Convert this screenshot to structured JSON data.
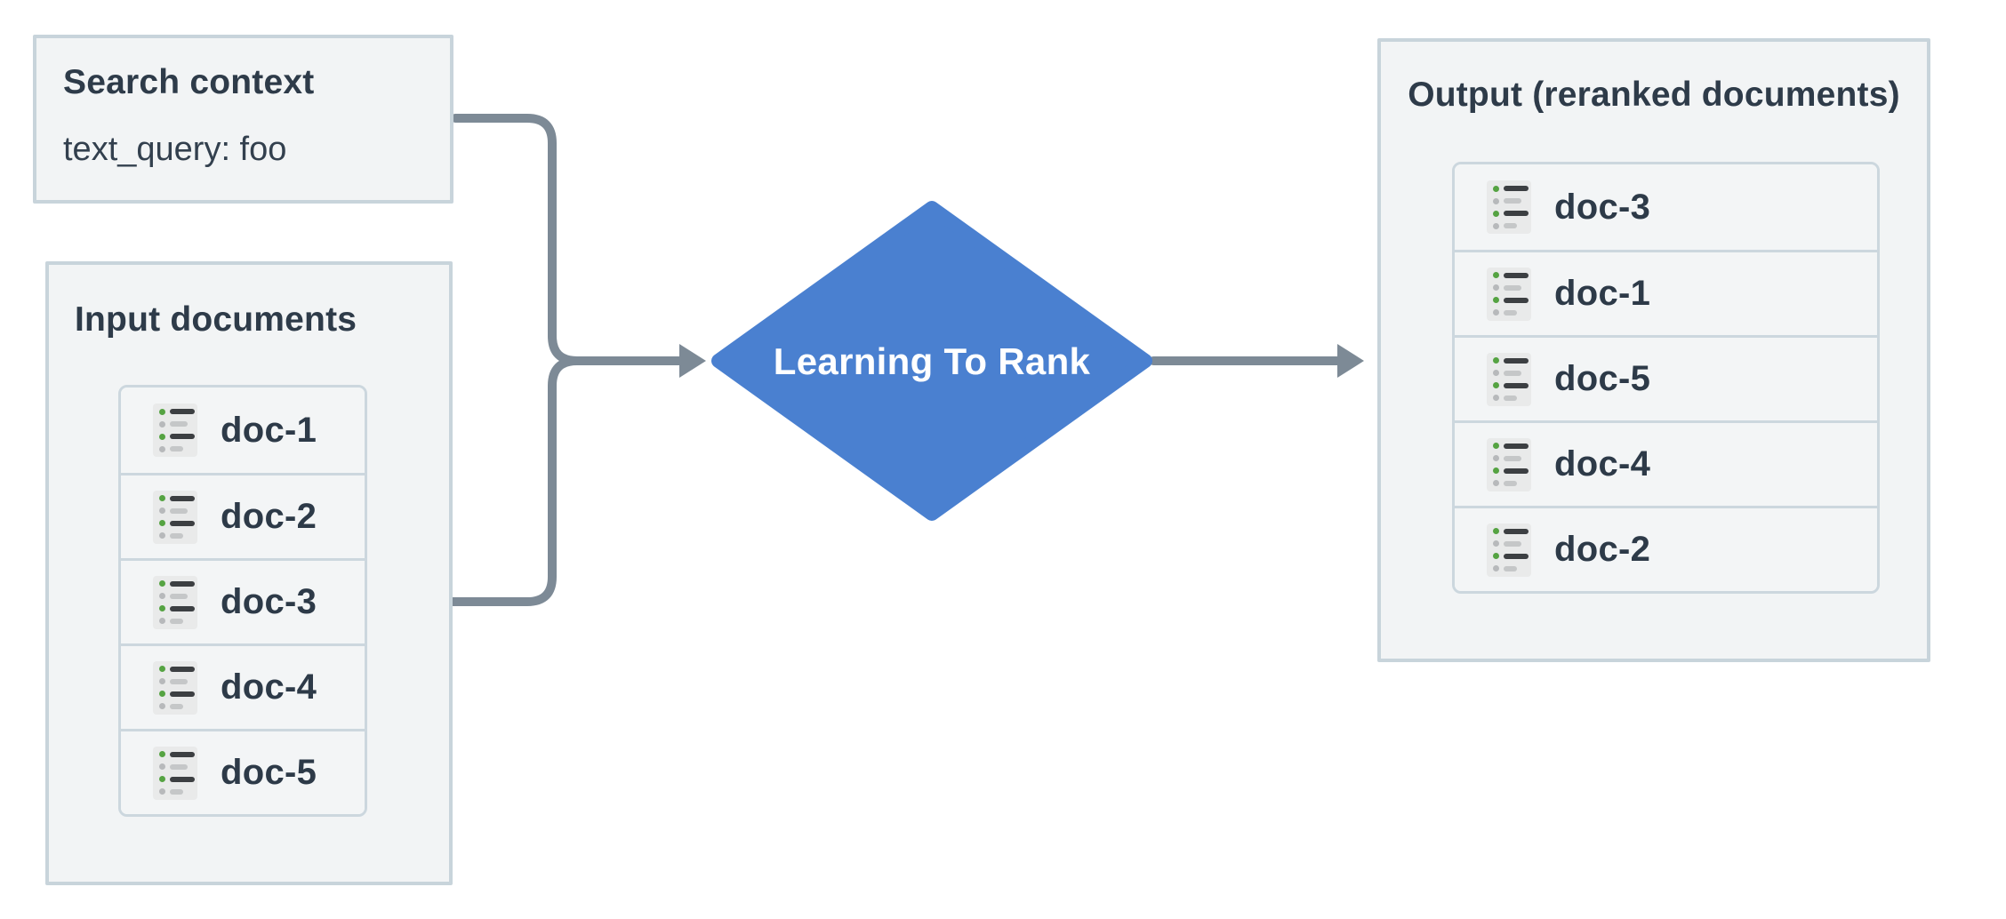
{
  "colors": {
    "background": "#ffffff",
    "box_fill": "#f2f4f5",
    "box_border": "#c8d4db",
    "row_fill": "#f3f5f6",
    "row_border": "#ccd7de",
    "title_text": "#2e3b49",
    "doc_text": "#2d3a48",
    "query_text": "#33404e",
    "process_fill": "#4a80d0",
    "process_text": "#ffffff",
    "connector": "#7d8a96",
    "icon_bg": "#e9eaea",
    "icon_line_dark": "#3c3f42",
    "icon_line_light": "#c5c7c8",
    "icon_dot_green": "#55a342",
    "icon_dot_gray": "#b7b9bb"
  },
  "search_context": {
    "title": "Search context",
    "query": "text_query: foo"
  },
  "input_documents": {
    "title": "Input documents",
    "docs": [
      "doc-1",
      "doc-2",
      "doc-3",
      "doc-4",
      "doc-5"
    ]
  },
  "process": {
    "label": "Learning To Rank"
  },
  "output": {
    "title": "Output (reranked documents)",
    "docs": [
      "doc-3",
      "doc-1",
      "doc-5",
      "doc-4",
      "doc-2"
    ]
  }
}
